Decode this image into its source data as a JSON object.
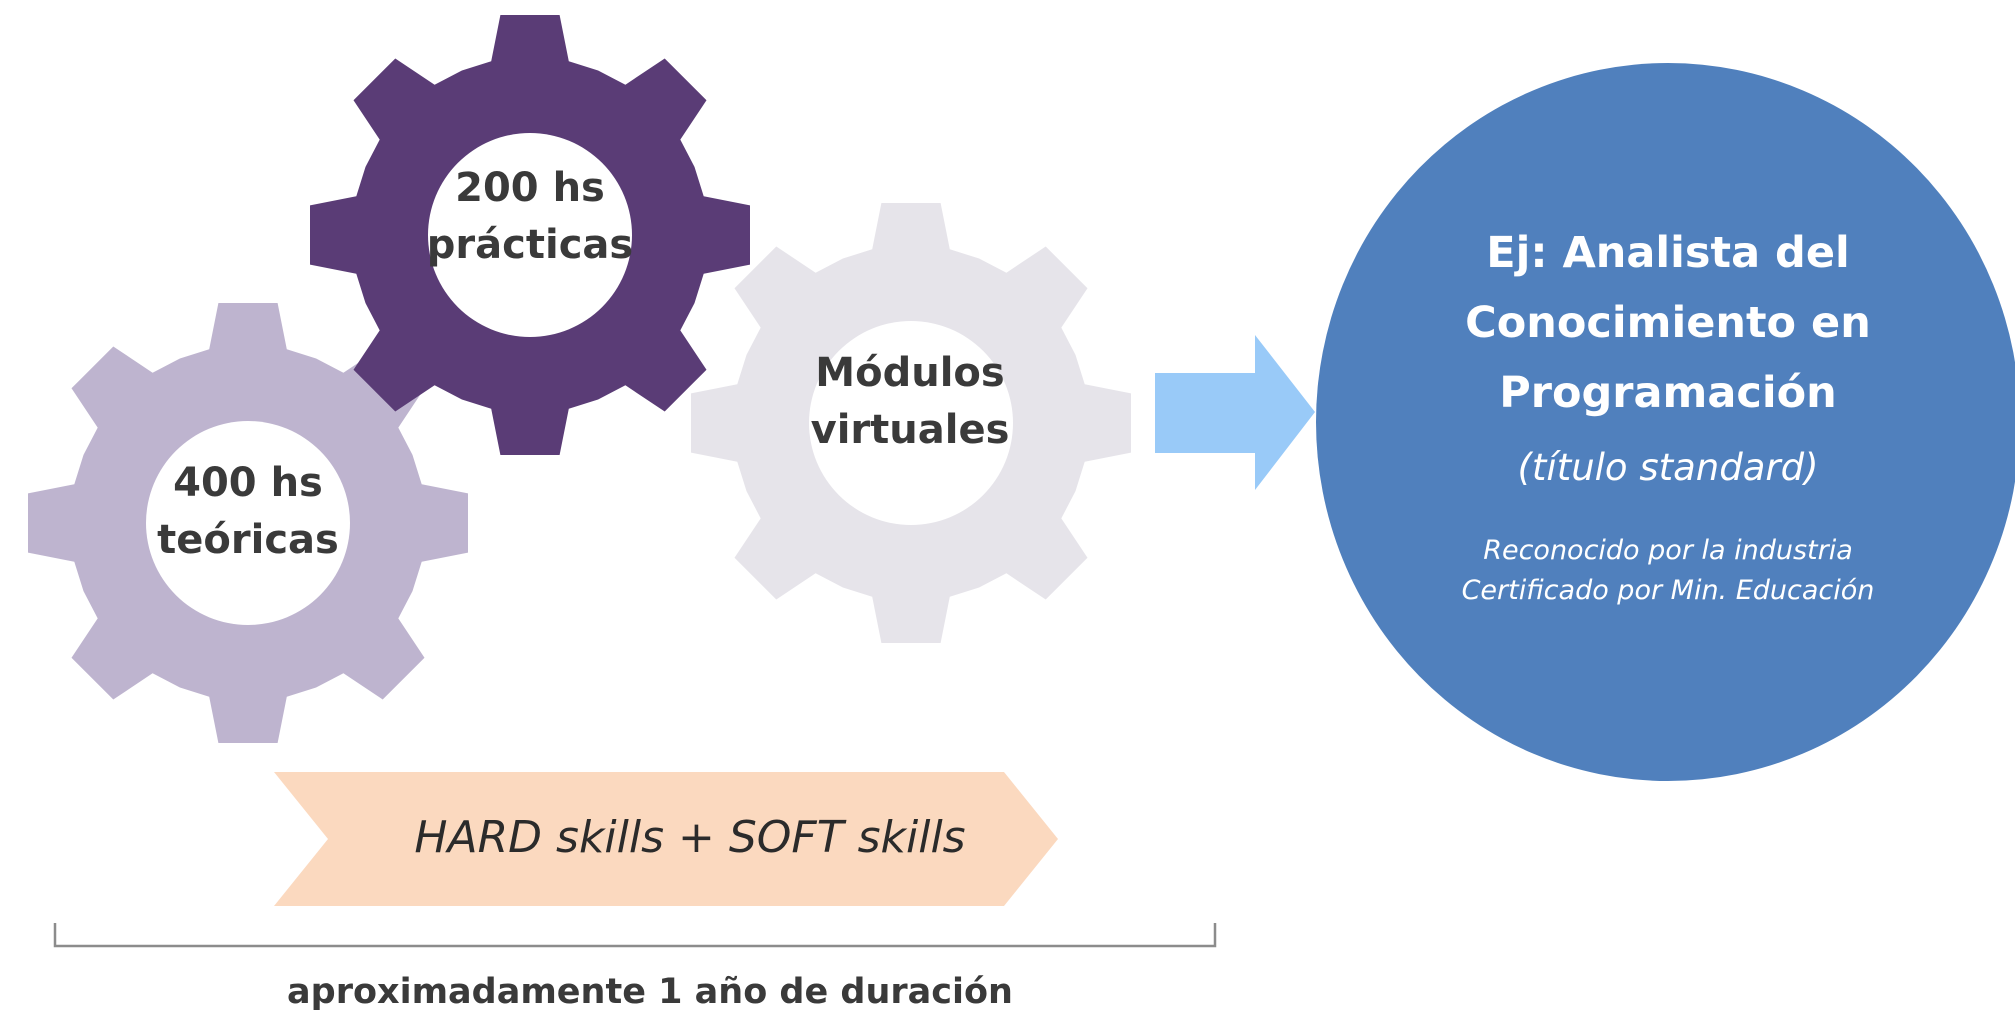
{
  "gears": {
    "teoricas": {
      "line1": "400 hs",
      "line2": "teóricas"
    },
    "practicas": {
      "line1": "200 hs",
      "line2": "prácticas"
    },
    "virtuales": {
      "line1": "Módulos",
      "line2": "virtuales"
    }
  },
  "title": {
    "line1": "Ej: Analista del",
    "line2": "Conocimiento en",
    "line3": "Programación",
    "standard": "(título standard)",
    "recognition1": "Reconocido por la industria",
    "recognition2": "Certificado por Min. Educación"
  },
  "skills": {
    "label": "HARD skills + SOFT skills"
  },
  "duration": {
    "label": "aproximadamente 1 año de duración"
  },
  "colors": {
    "gear_teoricas": "#beb4cf",
    "gear_practicas": "#5a3c76",
    "gear_virtuales": "#e6e4ea",
    "arrow": "#99caf8",
    "circle": "#5080bd",
    "skills_band": "#fbd9bf",
    "bracket": "#8c8c8c"
  }
}
